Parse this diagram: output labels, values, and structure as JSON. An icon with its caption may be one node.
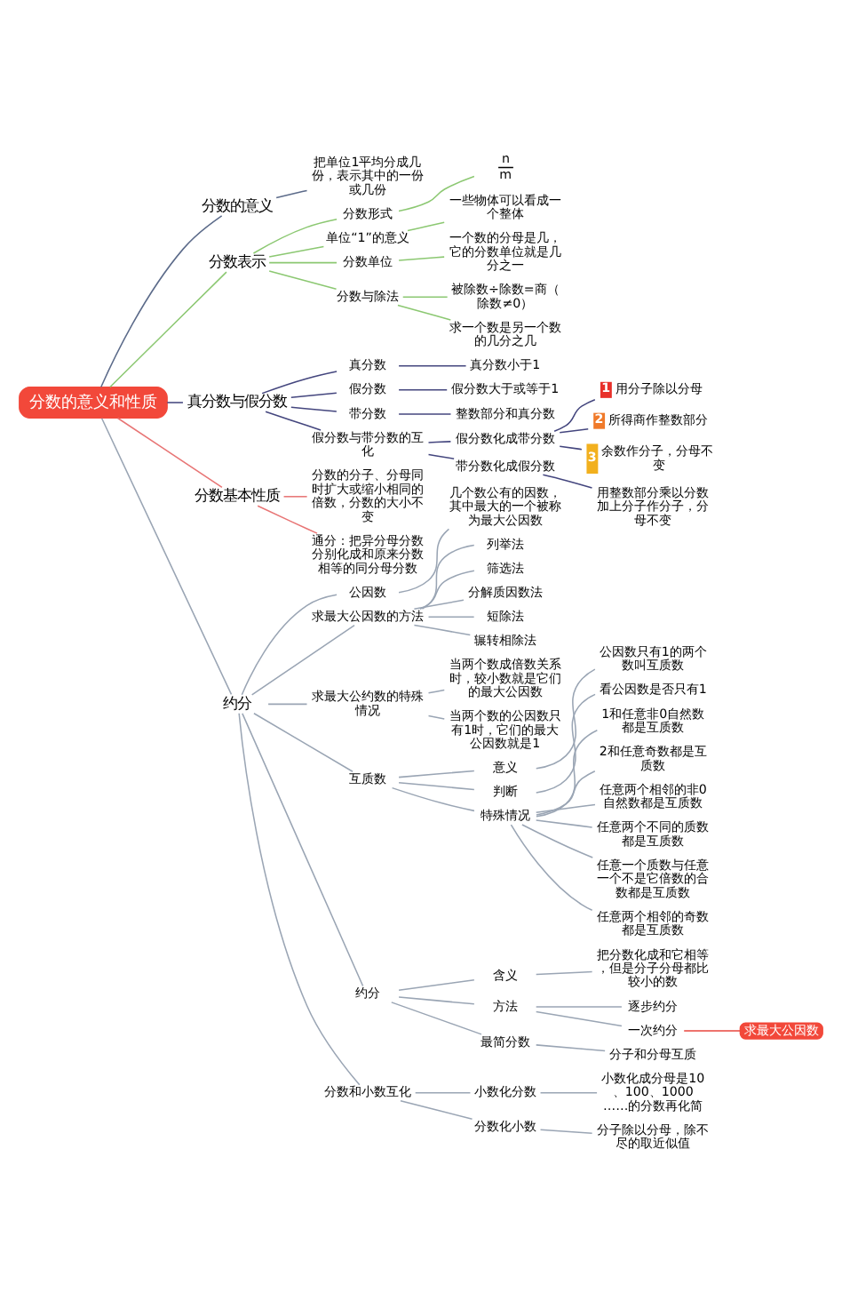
{
  "diagram": {
    "nodes": [
      {
        "text": [
          "分数的意义和性质"
        ]
      },
      {
        "text": [
          "分数的意义"
        ]
      },
      {
        "text": [
          "把单位1平均分成几份，表示其中的一份或几份"
        ]
      },
      {
        "text": [
          "分数表示"
        ]
      },
      {
        "text": [
          "分数形式"
        ]
      },
      {
        "text": [
          "n",
          "m"
        ]
      },
      {
        "text": [
          "单位“1”的意义"
        ]
      },
      {
        "text": [
          "一些物体可以看成一个整体"
        ]
      },
      {
        "text": [
          "分数单位"
        ]
      },
      {
        "text": [
          "一个数的分母是几，它的分数单位就是几分之一"
        ]
      },
      {
        "text": [
          "分数与除法"
        ]
      },
      {
        "text": [
          "被除数÷除数=商（除数≠0）"
        ]
      },
      {
        "text": [
          "求一个数是另一个数的几分之几"
        ]
      },
      {
        "text": [
          "真分数与假分数"
        ]
      },
      {
        "text": [
          "真分数"
        ]
      },
      {
        "text": [
          "真分数小于1"
        ]
      },
      {
        "text": [
          "假分数"
        ]
      },
      {
        "text": [
          "假分数大于或等于1"
        ]
      },
      {
        "text": [
          "带分数"
        ]
      },
      {
        "text": [
          "整数部分和真分数"
        ]
      },
      {
        "text": [
          "假分数与带分数的互化"
        ]
      },
      {
        "text": [
          "假分数化成带分数"
        ]
      },
      {
        "text": [
          "1",
          "用分子除以分母"
        ]
      },
      {
        "text": [
          "2",
          "所得商作整数部分"
        ]
      },
      {
        "text": [
          "3",
          "余数作分子，分母不变"
        ]
      },
      {
        "text": [
          "带分数化成假分数"
        ]
      },
      {
        "text": [
          "用整数部分乘以分数加上分子作分子，分母不变"
        ]
      },
      {
        "text": [
          "分数基本性质"
        ]
      },
      {
        "text": [
          "分数的分子、分母同时扩大或缩小相同的倍数，分数的大小不变"
        ]
      },
      {
        "text": [
          "通分：把异分母分数分别化成和原来分数相等的同分母分数"
        ]
      },
      {
        "text": [
          "约分"
        ]
      },
      {
        "text": [
          "公因数"
        ]
      },
      {
        "text": [
          "几个数公有的因数，其中最大的一个被称为最大公因数"
        ]
      },
      {
        "text": [
          "求最大公因数的方法"
        ]
      },
      {
        "text": [
          "列举法"
        ]
      },
      {
        "text": [
          "筛选法"
        ]
      },
      {
        "text": [
          "分解质因数法"
        ]
      },
      {
        "text": [
          "短除法"
        ]
      },
      {
        "text": [
          "辗转相除法"
        ]
      },
      {
        "text": [
          "求最大公约数的特殊情况"
        ]
      },
      {
        "text": [
          "当两个数成倍数关系时，较小数就是它们的最大公因数"
        ]
      },
      {
        "text": [
          "当两个数的公因数只有1时，它们的最大公因数就是1"
        ]
      },
      {
        "text": [
          "互质数"
        ]
      },
      {
        "text": [
          "意义"
        ]
      },
      {
        "text": [
          "公因数只有1的两个数叫互质数"
        ]
      },
      {
        "text": [
          "判断"
        ]
      },
      {
        "text": [
          "看公因数是否只有1"
        ]
      },
      {
        "text": [
          "特殊情况"
        ]
      },
      {
        "text": [
          "1和任意非0自然数都是互质数"
        ]
      },
      {
        "text": [
          "2和任意奇数都是互质数"
        ]
      },
      {
        "text": [
          "任意两个相邻的非0自然数都是互质数"
        ]
      },
      {
        "text": [
          "任意两个不同的质数都是互质数"
        ]
      },
      {
        "text": [
          "任意一个质数与任意一个不是它倍数的合数都是互质数"
        ]
      },
      {
        "text": [
          "任意两个相邻的奇数都是互质数"
        ]
      },
      {
        "text": [
          "约分"
        ]
      },
      {
        "text": [
          "含义"
        ]
      },
      {
        "text": [
          "把分数化成和它相等，但是分子分母都比较小的数"
        ]
      },
      {
        "text": [
          "方法"
        ]
      },
      {
        "text": [
          "逐步约分"
        ]
      },
      {
        "text": [
          "一次约分"
        ]
      },
      {
        "text": [
          "求最大公因数"
        ]
      },
      {
        "text": [
          "最简分数"
        ]
      },
      {
        "text": [
          "分子和分母互质"
        ]
      },
      {
        "text": [
          "分数和小数互化"
        ]
      },
      {
        "text": [
          "小数化分数"
        ]
      },
      {
        "text": [
          "小数化成分母是10、100、1000……的分数再化简"
        ]
      },
      {
        "text": [
          "分数化小数"
        ]
      },
      {
        "text": [
          "分子除以分母，除不尽的取近似值"
        ]
      }
    ],
    "edges": [
      {
        "from": 0,
        "to": 1,
        "arrow": "none",
        "color": "#5c6b8a"
      },
      {
        "from": 1,
        "to": 2,
        "arrow": "none",
        "color": "#5c6b8a"
      },
      {
        "from": 0,
        "to": 3,
        "arrow": "none",
        "color": "#8cc872"
      },
      {
        "from": 3,
        "to": 4,
        "arrow": "none",
        "color": "#8cc872"
      },
      {
        "from": 4,
        "to": 5,
        "arrow": "none",
        "color": "#8cc872"
      },
      {
        "from": 3,
        "to": 6,
        "arrow": "none",
        "color": "#8cc872"
      },
      {
        "from": 6,
        "to": 7,
        "arrow": "none",
        "color": "#8cc872"
      },
      {
        "from": 3,
        "to": 8,
        "arrow": "none",
        "color": "#8cc872"
      },
      {
        "from": 8,
        "to": 9,
        "arrow": "none",
        "color": "#8cc872"
      },
      {
        "from": 3,
        "to": 10,
        "arrow": "none",
        "color": "#8cc872"
      },
      {
        "from": 10,
        "to": 11,
        "arrow": "none",
        "color": "#8cc872"
      },
      {
        "from": 10,
        "to": 12,
        "arrow": "none",
        "color": "#8cc872"
      },
      {
        "from": 0,
        "to": 13,
        "arrow": "none",
        "color": "#44467e"
      },
      {
        "from": 13,
        "to": 14,
        "arrow": "none",
        "color": "#44467e"
      },
      {
        "from": 14,
        "to": 15,
        "arrow": "none",
        "color": "#44467e"
      },
      {
        "from": 13,
        "to": 16,
        "arrow": "none",
        "color": "#44467e"
      },
      {
        "from": 16,
        "to": 17,
        "arrow": "none",
        "color": "#44467e"
      },
      {
        "from": 13,
        "to": 18,
        "arrow": "none",
        "color": "#44467e"
      },
      {
        "from": 18,
        "to": 19,
        "arrow": "none",
        "color": "#44467e"
      },
      {
        "from": 13,
        "to": 20,
        "arrow": "none",
        "color": "#44467e"
      },
      {
        "from": 20,
        "to": 21,
        "arrow": "none",
        "color": "#44467e"
      },
      {
        "from": 21,
        "to": 22,
        "arrow": "none",
        "color": "#44467e"
      },
      {
        "from": 21,
        "to": 23,
        "arrow": "none",
        "color": "#44467e"
      },
      {
        "from": 21,
        "to": 24,
        "arrow": "none",
        "color": "#44467e"
      },
      {
        "from": 20,
        "to": 25,
        "arrow": "none",
        "color": "#44467e"
      },
      {
        "from": 25,
        "to": 26,
        "arrow": "none",
        "color": "#44467e"
      },
      {
        "from": 0,
        "to": 27,
        "arrow": "none",
        "color": "#e87575"
      },
      {
        "from": 27,
        "to": 28,
        "arrow": "none",
        "color": "#e87575"
      },
      {
        "from": 27,
        "to": 29,
        "arrow": "none",
        "color": "#e87575"
      },
      {
        "from": 0,
        "to": 30,
        "arrow": "none"
      },
      {
        "from": 30,
        "to": 31,
        "arrow": "none"
      },
      {
        "from": 31,
        "to": 32,
        "arrow": "none"
      },
      {
        "from": 30,
        "to": 33,
        "arrow": "none"
      },
      {
        "from": 33,
        "to": 34,
        "arrow": "none"
      },
      {
        "from": 33,
        "to": 35,
        "arrow": "none"
      },
      {
        "from": 33,
        "to": 36,
        "arrow": "none"
      },
      {
        "from": 33,
        "to": 37,
        "arrow": "none"
      },
      {
        "from": 33,
        "to": 38,
        "arrow": "none"
      },
      {
        "from": 30,
        "to": 39,
        "arrow": "none"
      },
      {
        "from": 39,
        "to": 40,
        "arrow": "none"
      },
      {
        "from": 39,
        "to": 41,
        "arrow": "none"
      },
      {
        "from": 30,
        "to": 42,
        "arrow": "none"
      },
      {
        "from": 42,
        "to": 43,
        "arrow": "none"
      },
      {
        "from": 43,
        "to": 44,
        "arrow": "none"
      },
      {
        "from": 42,
        "to": 45,
        "arrow": "none"
      },
      {
        "from": 45,
        "to": 46,
        "arrow": "none"
      },
      {
        "from": 42,
        "to": 47,
        "arrow": "none"
      },
      {
        "from": 47,
        "to": 48,
        "arrow": "none"
      },
      {
        "from": 47,
        "to": 49,
        "arrow": "none"
      },
      {
        "from": 47,
        "to": 50,
        "arrow": "none"
      },
      {
        "from": 47,
        "to": 51,
        "arrow": "none"
      },
      {
        "from": 47,
        "to": 52,
        "arrow": "none"
      },
      {
        "from": 47,
        "to": 53,
        "arrow": "none"
      },
      {
        "from": 30,
        "to": 54,
        "arrow": "none"
      },
      {
        "from": 54,
        "to": 55,
        "arrow": "none"
      },
      {
        "from": 55,
        "to": 56,
        "arrow": "none"
      },
      {
        "from": 54,
        "to": 57,
        "arrow": "none"
      },
      {
        "from": 57,
        "to": 58,
        "arrow": "none"
      },
      {
        "from": 57,
        "to": 59,
        "arrow": "none"
      },
      {
        "from": 59,
        "to": 60,
        "arrow": "none",
        "color": "#e8453c"
      },
      {
        "from": 54,
        "to": 61,
        "arrow": "none"
      },
      {
        "from": 61,
        "to": 62,
        "arrow": "none"
      },
      {
        "from": 30,
        "to": 63,
        "arrow": "none"
      },
      {
        "from": 63,
        "to": 64,
        "arrow": "none"
      },
      {
        "from": 64,
        "to": 65,
        "arrow": "none"
      },
      {
        "from": 63,
        "to": 66,
        "arrow": "none"
      },
      {
        "from": 66,
        "to": 67,
        "arrow": "none"
      }
    ]
  }
}
